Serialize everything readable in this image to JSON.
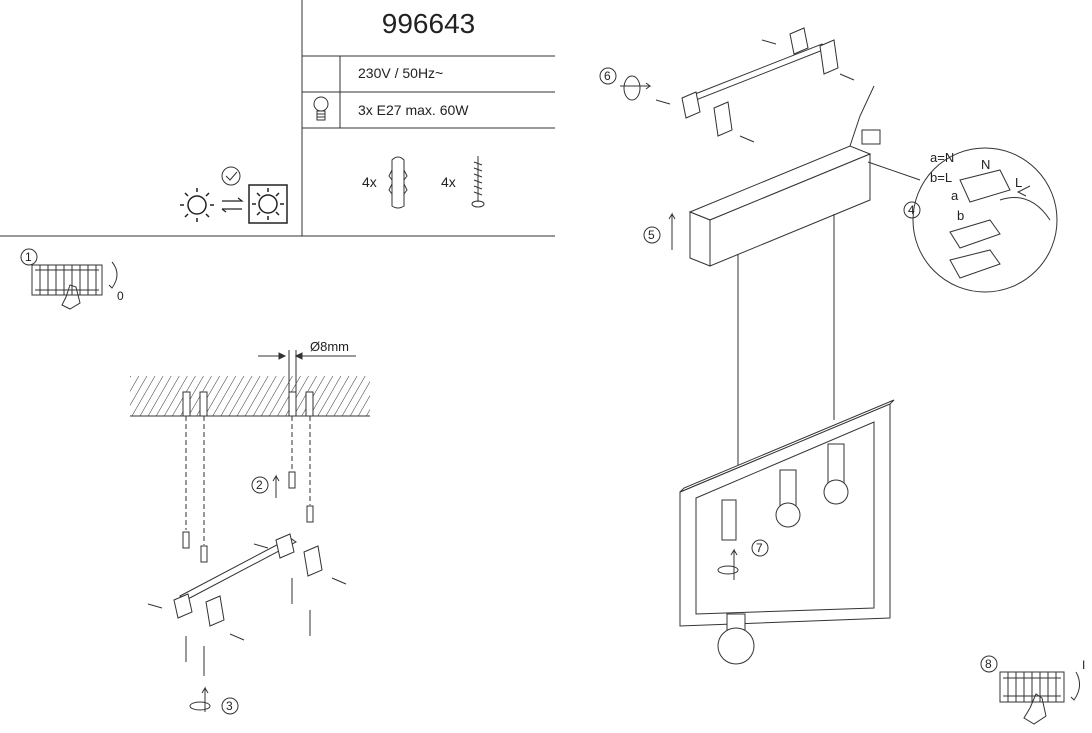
{
  "header": {
    "model_number": "996643",
    "voltage": "230V / 50Hz~",
    "bulb_spec": "3x E27 max. 60W"
  },
  "parts": {
    "dowel_qty": "4x",
    "screw_qty": "4x"
  },
  "steps": {
    "s1": "1",
    "s2": "2",
    "s3": "3",
    "s4": "4",
    "s5": "5",
    "s6": "6",
    "s7": "7",
    "s8": "8"
  },
  "switch": {
    "off_label": "0",
    "on_label": "I"
  },
  "drill": {
    "diameter": "Ø8mm"
  },
  "wiring": {
    "a_n": "a=N",
    "b_l": "b=L",
    "n": "N",
    "l": "L",
    "a": "a",
    "b": "b"
  },
  "icons": [
    "bulb-icon",
    "dowel-icon",
    "screw-icon",
    "check-icon",
    "sun-icon",
    "swap-arrows-icon",
    "fuse-box-icon",
    "hand-icon"
  ]
}
